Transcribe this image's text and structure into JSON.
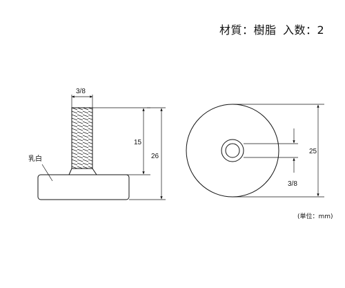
{
  "header": {
    "material_text": "材質：樹脂",
    "quantity_text": "入数：2"
  },
  "side_view": {
    "thread_label": "3/8",
    "height_dim": "15",
    "overall_dim": "26",
    "material_note": "乳白"
  },
  "top_view": {
    "diameter_dim": "25",
    "hole_label": "3/8"
  },
  "units": "(単位：mm)",
  "colors": {
    "line": "#111111",
    "background": "#ffffff"
  }
}
